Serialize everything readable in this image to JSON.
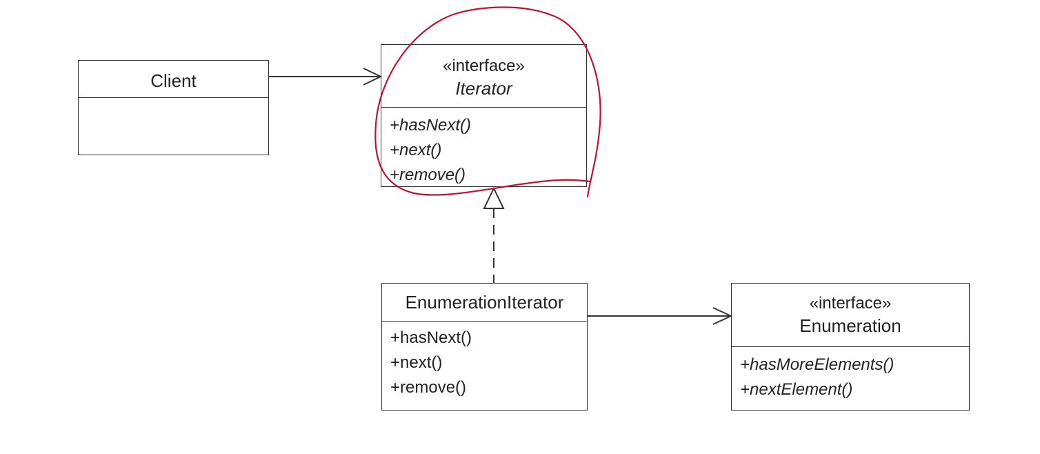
{
  "classes": {
    "client": {
      "name": "Client"
    },
    "iterator": {
      "stereotype": "«interface»",
      "name": "Iterator",
      "operations": [
        "+hasNext()",
        "+next()",
        "+remove()"
      ]
    },
    "enumeration_iterator": {
      "name": "EnumerationIterator",
      "operations": [
        "+hasNext()",
        "+next()",
        "+remove()"
      ]
    },
    "enumeration": {
      "stereotype": "«interface»",
      "name": "Enumeration",
      "operations": [
        "+hasMoreElements()",
        "+nextElement()"
      ]
    }
  },
  "colors": {
    "line": "#333333",
    "highlight_circle": "#c8102e"
  }
}
